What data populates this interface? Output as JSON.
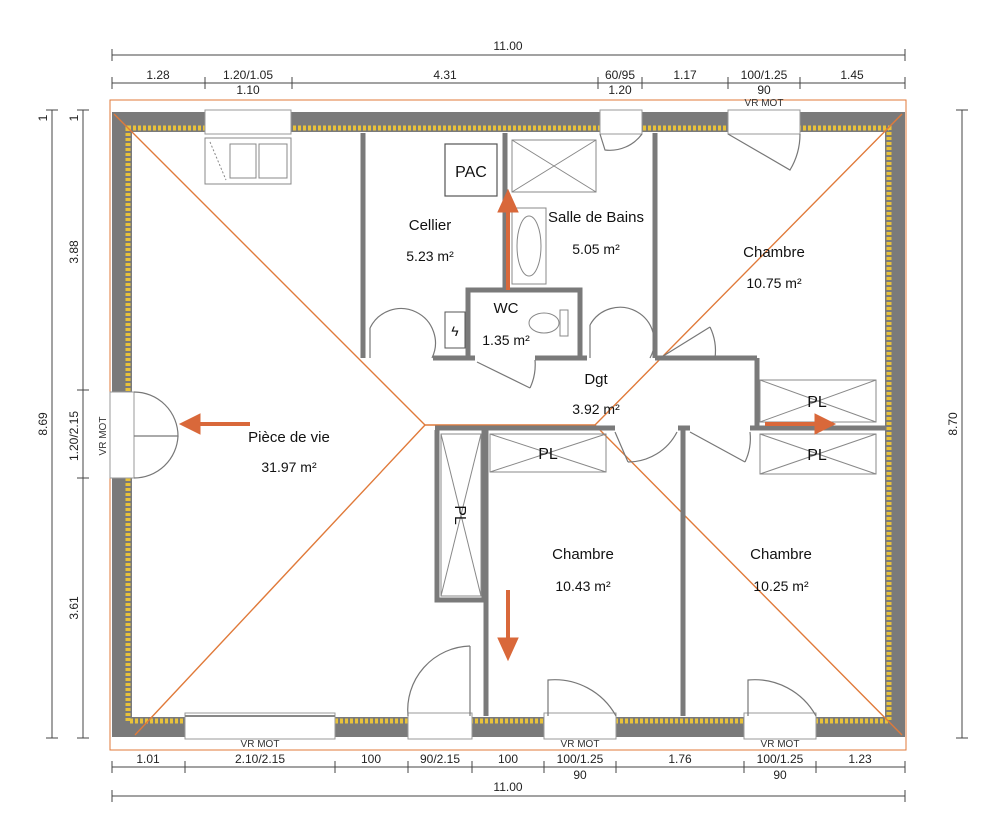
{
  "plan": {
    "dims_top": {
      "total": "11.00",
      "segments": [
        "1.28",
        "1.20/1.05",
        "4.31",
        "60/95",
        "1.17",
        "100/1.25",
        "1.45"
      ],
      "sub_labels": [
        "1.10",
        "1.20",
        "90"
      ]
    },
    "dims_bottom": {
      "total": "11.00",
      "segments": [
        "1.01",
        "2.10/2.15",
        "100",
        "90/2.15",
        "100",
        "100/1.25",
        "1.76",
        "100/1.25",
        "1.23"
      ],
      "sub_labels": [
        "90",
        "90"
      ]
    },
    "dims_left": {
      "total": "8.69",
      "segments": [
        "3.88",
        "1.20/2.15",
        "3.61"
      ],
      "ones": [
        "1",
        "1"
      ]
    },
    "dims_right": {
      "total": "8.70"
    },
    "vr_labels": {
      "top": "VR MOT",
      "left": "VR MOT",
      "bottom_1": "VR MOT",
      "bottom_2": "VR MOT",
      "bottom_3": "VR MOT"
    },
    "rooms": [
      {
        "name": "Cellier",
        "area": "5.23 m²"
      },
      {
        "name": "Salle de Bains",
        "area": "5.05 m²"
      },
      {
        "name": "Chambre",
        "area": "10.75 m²"
      },
      {
        "name": "WC",
        "area": "1.35 m²"
      },
      {
        "name": "Dgt",
        "area": "3.92 m²"
      },
      {
        "name": "Pièce de vie",
        "area": "31.97 m²"
      },
      {
        "name": "Chambre",
        "area": "10.43 m²"
      },
      {
        "name": "Chambre",
        "area": "10.25 m²"
      }
    ],
    "pac_label": "PAC",
    "storage_label": "PL",
    "colors": {
      "wall": "#7a7a7a",
      "roof_line": "#e07a3a",
      "insulation": "#e8c23a",
      "arrow": "#d9683a"
    }
  }
}
